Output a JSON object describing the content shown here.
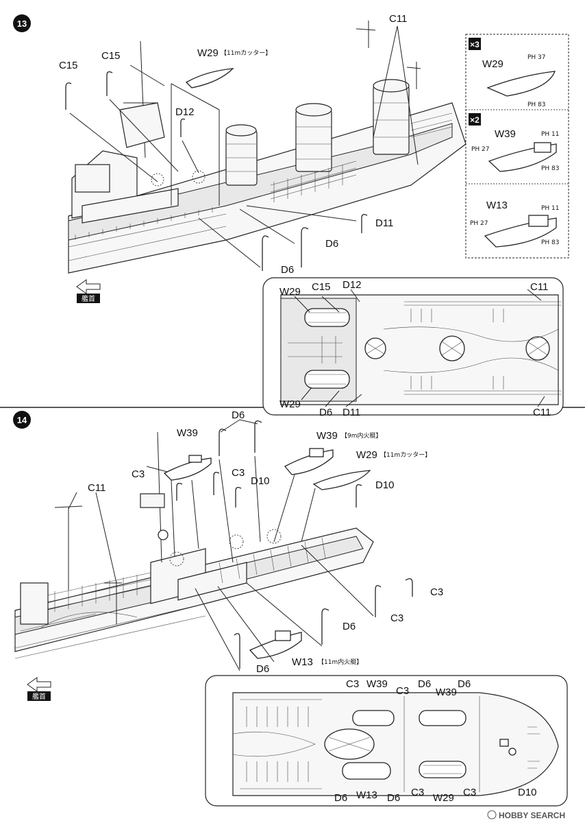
{
  "step13": {
    "number": "13",
    "labels": {
      "c15_left": "C15",
      "c15_right": "C15",
      "w29": "W29",
      "w29_note": "【11mカッター】",
      "d12": "D12",
      "c11": "C11",
      "d11": "D11",
      "d6_a": "D6",
      "d6_b": "D6"
    },
    "bow_label": "艦首",
    "inset_parts": [
      {
        "mult": "×3",
        "name": "W29",
        "refs": [
          "PH 37",
          "PH 83"
        ]
      },
      {
        "mult": "×2",
        "name": "W39",
        "refs": [
          "PH 11",
          "PH 27",
          "PH 83"
        ]
      },
      {
        "mult": "",
        "name": "W13",
        "refs": [
          "PH 11",
          "PH 27",
          "PH 83"
        ]
      }
    ],
    "plan_labels": {
      "w29_top": "W29",
      "c15": "C15",
      "d12": "D12",
      "c11_top": "C11",
      "w29_bottom": "W29",
      "d6": "D6",
      "d11": "D11",
      "c11_bottom": "C11"
    }
  },
  "step14": {
    "number": "14",
    "labels": {
      "d6_top": "D6",
      "w39_left": "W39",
      "w39_right": "W39",
      "w39_note": "【9m内火艇】",
      "w29": "W29",
      "w29_note": "【11mカッター】",
      "c3_a": "C3",
      "c3_b": "C3",
      "d10": "D10",
      "d10_b": "D10",
      "c11": "C11",
      "c3_c": "C3",
      "c3_d": "C3",
      "d6_mid": "D6",
      "d6_bottom": "D6",
      "w13": "W13",
      "w13_note": "【11m内火艇】"
    },
    "bow_label": "艦首",
    "plan_labels": {
      "c3_a": "C3",
      "w39_a": "W39",
      "c3_b": "C3",
      "d6_a": "D6",
      "w39_b": "W39",
      "d6_b": "D6",
      "d6_c": "D6",
      "w13": "W13",
      "d6_d": "D6",
      "c3_c": "C3",
      "w29": "W29",
      "c3_d": "C3",
      "d10": "D10"
    }
  },
  "watermark": "HOBBY SEARCH"
}
